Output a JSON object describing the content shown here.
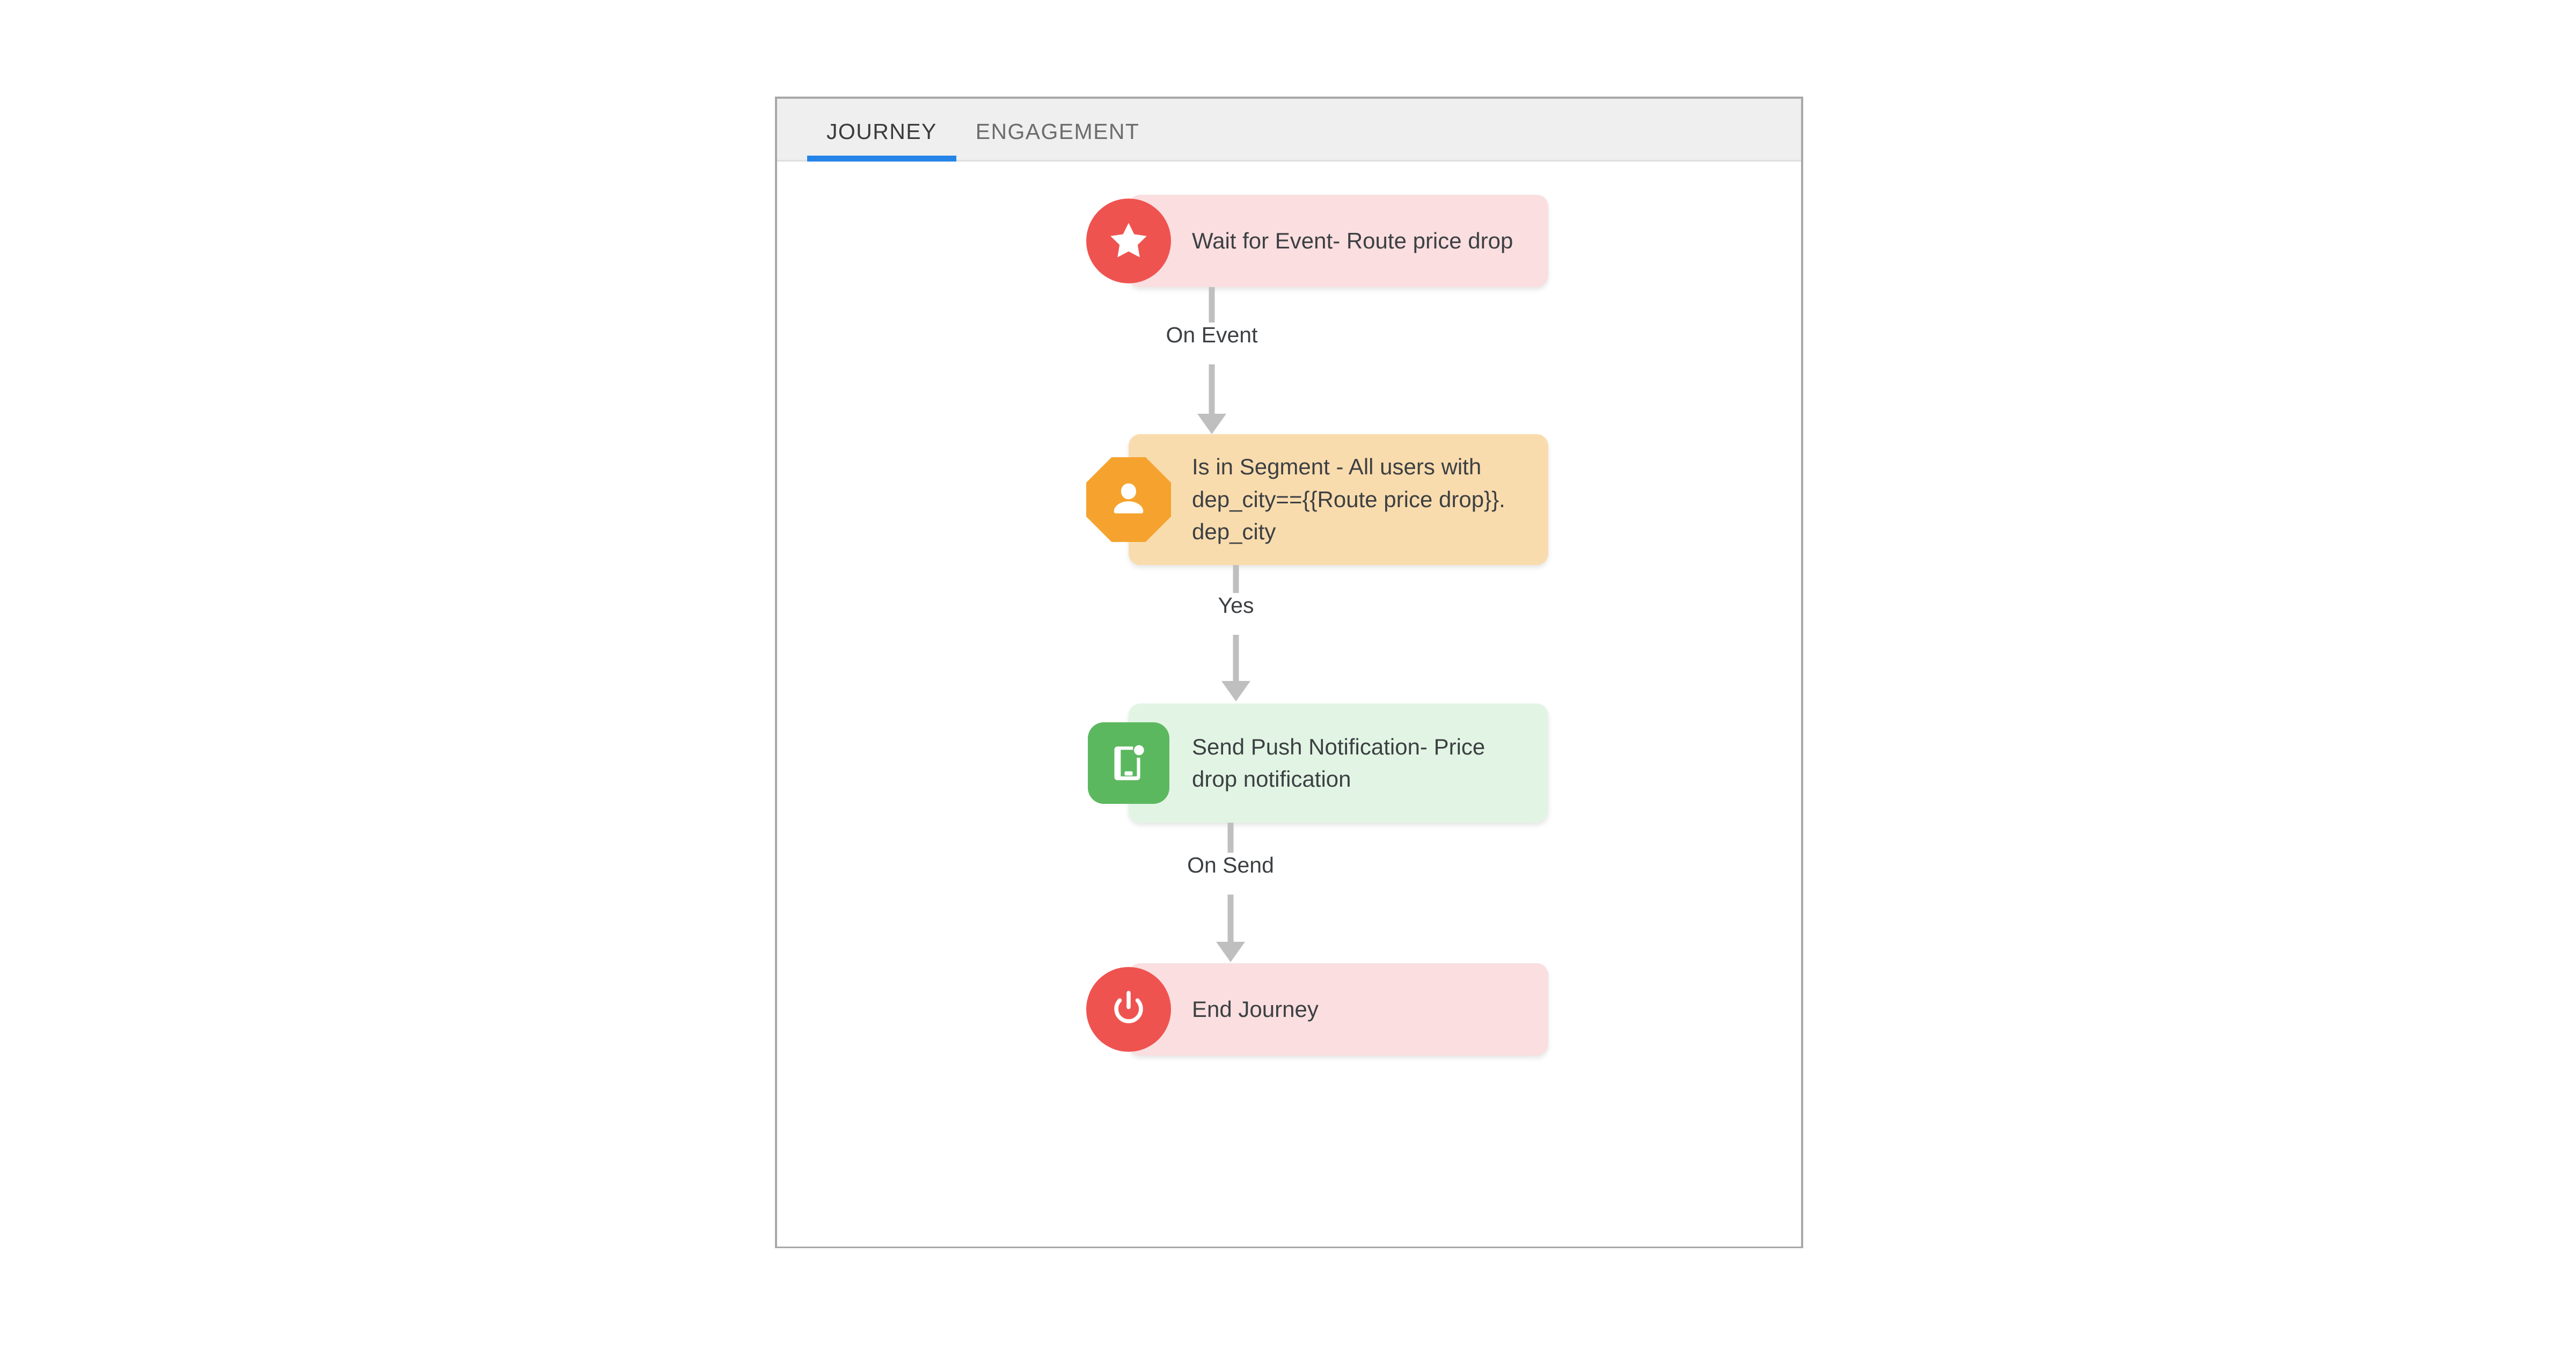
{
  "card": {
    "tabs": [
      {
        "label": "JOURNEY",
        "active": true
      },
      {
        "label": "ENGAGEMENT",
        "active": false
      }
    ],
    "active_tab_accent_color": "#2584e8",
    "tab_bar_background": "#efeff0"
  },
  "flow": {
    "nodes": [
      {
        "id": "wait-for-event",
        "label": "Wait for Event- Route price drop",
        "icon": "star-icon",
        "icon_shape": "circle",
        "icon_color": "#ef5350",
        "body_color": "#fadee0",
        "text_color": "#3c4043"
      },
      {
        "id": "is-in-segment",
        "label": "Is in Segment - All users with\ndep_city=={{Route price drop}}.\ndep_city",
        "icon": "user-icon",
        "icon_shape": "octagon",
        "icon_color": "#f5a32e",
        "body_color": "#f9dcae",
        "text_color": "#3c4043"
      },
      {
        "id": "send-push-notification",
        "label": "Send Push Notification- Price\ndrop notification",
        "icon": "mobile-push-icon",
        "icon_shape": "rounded-square",
        "icon_color": "#5cb85f",
        "body_color": "#e2f5e4",
        "text_color": "#3c4043"
      },
      {
        "id": "end-journey",
        "label": "End Journey",
        "icon": "power-icon",
        "icon_shape": "circle",
        "icon_color": "#ef5350",
        "body_color": "#fadee0",
        "text_color": "#3c4043"
      }
    ],
    "connectors": [
      {
        "id": "wait-to-segment",
        "label": "On Event",
        "from": "wait-for-event",
        "to": "is-in-segment"
      },
      {
        "id": "segment-to-push",
        "label": "Yes",
        "from": "is-in-segment",
        "to": "send-push-notification"
      },
      {
        "id": "push-to-end",
        "label": "On Send",
        "from": "send-push-notification",
        "to": "end-journey"
      }
    ],
    "connector_color": "#bfbfbf"
  }
}
